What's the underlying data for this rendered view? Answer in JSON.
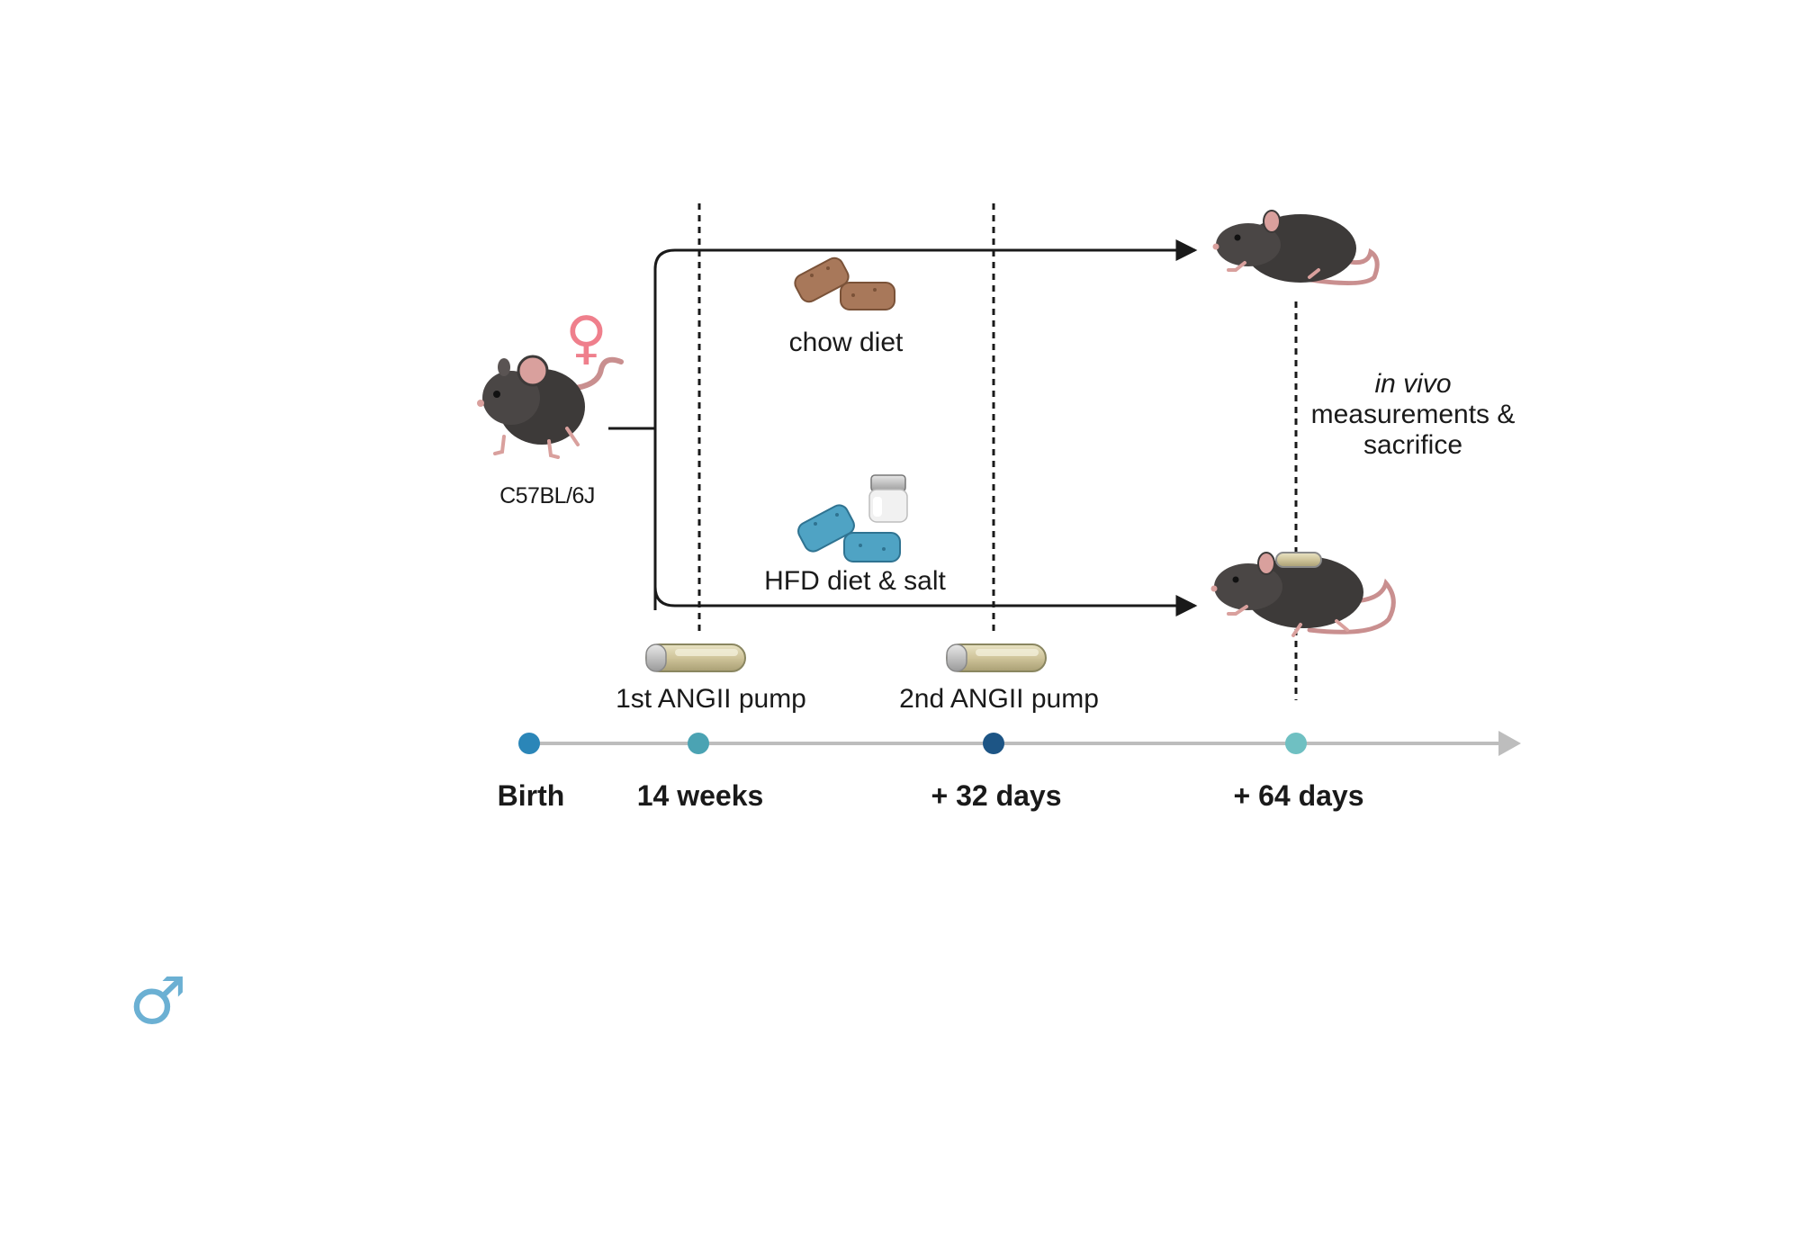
{
  "strain_label": "C57BL/6J",
  "female_symbol": "♀",
  "male_symbol": "♂",
  "groups": [
    {
      "diet_label": "chow diet",
      "pellet_color": "#a8785a"
    },
    {
      "diet_label": "HFD diet & salt",
      "pellet_color": "#4fa3c4"
    }
  ],
  "pumps": [
    "1st ANGII pump",
    "2nd ANGII pump"
  ],
  "endpoint": {
    "italic": "in vivo",
    "rest": "measurements & sacrifice"
  },
  "timeline": [
    {
      "label": "Birth",
      "color": "#2b86b8"
    },
    {
      "label": "14 weeks",
      "color": "#4ba3b3"
    },
    {
      "label": "+ 32 days",
      "color": "#1d5585"
    },
    {
      "label": "+ 64 days",
      "color": "#6fc0c2"
    }
  ],
  "colors": {
    "mouse_body": "#3d3a39",
    "mouse_ear": "#d9a09d",
    "tail": "#c98f8f",
    "timeline_line": "#bdbdbd",
    "female": "#ef7f8c",
    "male": "#6bb0d3"
  }
}
